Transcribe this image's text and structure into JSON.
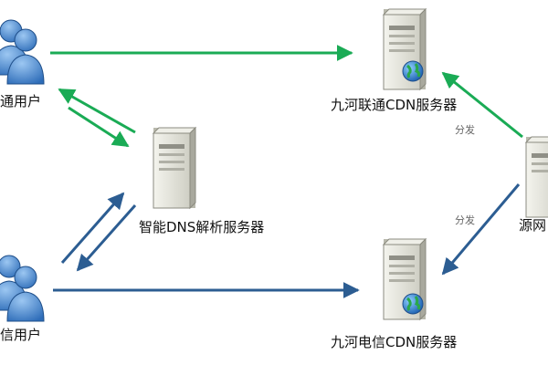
{
  "nodes": {
    "unicom_user_label": "通用户",
    "telecom_user_label": "信用户",
    "unicom_cdn_label": "九河联通CDN服务器",
    "telecom_cdn_label": "九河电信CDN服务器",
    "dns_label": "智能DNS解析服务器",
    "origin_label": "源网"
  },
  "edges": {
    "distribute_top": "分发",
    "distribute_bottom": "分发"
  },
  "colors": {
    "green_arrow": "#1aab55",
    "blue_arrow": "#2c5d92",
    "server_body": "#e6e6dd",
    "user_blue": "#4a80c6"
  },
  "icons": {
    "user": "user-group-icon",
    "server": "server-tower-icon",
    "globe": "globe-icon"
  }
}
